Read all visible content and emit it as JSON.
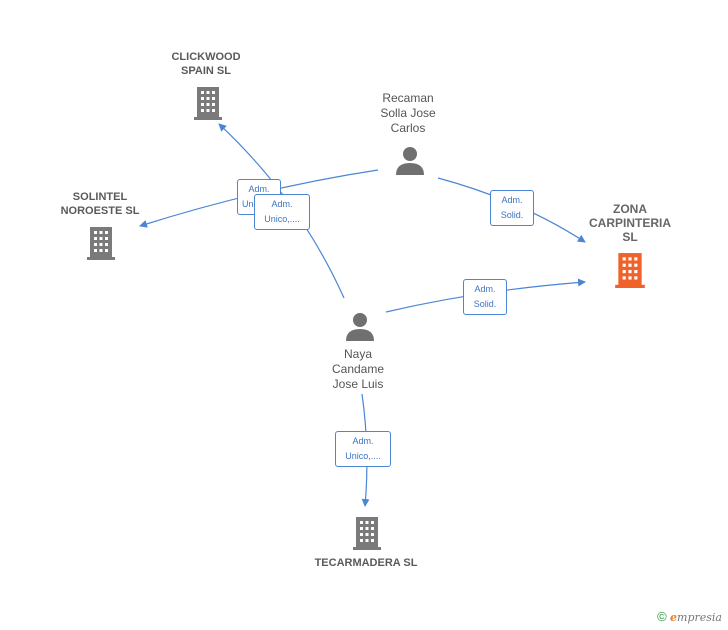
{
  "nodes": {
    "clickwood": {
      "label": "CLICKWOOD\nSPAIN  SL",
      "icon": "building-icon"
    },
    "solintel": {
      "label": "SOLINTEL\nNOROESTE SL",
      "icon": "building-icon"
    },
    "zona": {
      "label": "ZONA\nCARPINTERIA\nSL",
      "icon": "building-icon"
    },
    "tecarmadera": {
      "label": "TECARMADERA SL",
      "icon": "building-icon"
    },
    "recaman": {
      "label": "Recaman\nSolla Jose\nCarlos",
      "icon": "person-icon"
    },
    "naya": {
      "label": "Naya\nCandame\nJose Luis",
      "icon": "person-icon"
    }
  },
  "edges": {
    "recaman_solintel": "Adm.\nUnico,....",
    "naya_clickwood": "Adm.\nUnico,....",
    "recaman_zona": "Adm.\nSolid.",
    "naya_zona": "Adm.\nSolid.",
    "naya_tecarmadera": "Adm.\nUnico,...."
  },
  "colors": {
    "edge": "#4a86d4",
    "building": "#7a7a7a",
    "main_building": "#f0622a",
    "person": "#707070"
  },
  "footer": {
    "copyright": "©",
    "brand_e": "e",
    "brand_rest": "mpresia"
  }
}
